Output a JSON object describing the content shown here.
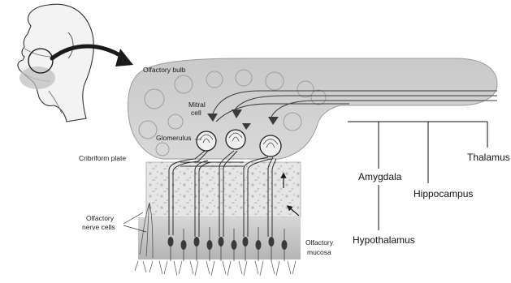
{
  "labels": {
    "olfactory_bulb": "Olfactory bulb",
    "mitral_cell_line1": "Mitral",
    "mitral_cell_line2": "cell",
    "glomerulus": "Glomerulus",
    "cribriform_plate": "Cribriform plate",
    "olfactory_nerve_cells_line1": "Olfactory",
    "olfactory_nerve_cells_line2": "nerve cells",
    "olfactory_mucosa_line1": "Olfactory",
    "olfactory_mucosa_line2": "mucosa"
  },
  "targets": {
    "amygdala": "Amygdala",
    "hippocampus": "Hippocampus",
    "thalamus": "Thalamus",
    "hypothalamus": "Hypothalamus"
  }
}
